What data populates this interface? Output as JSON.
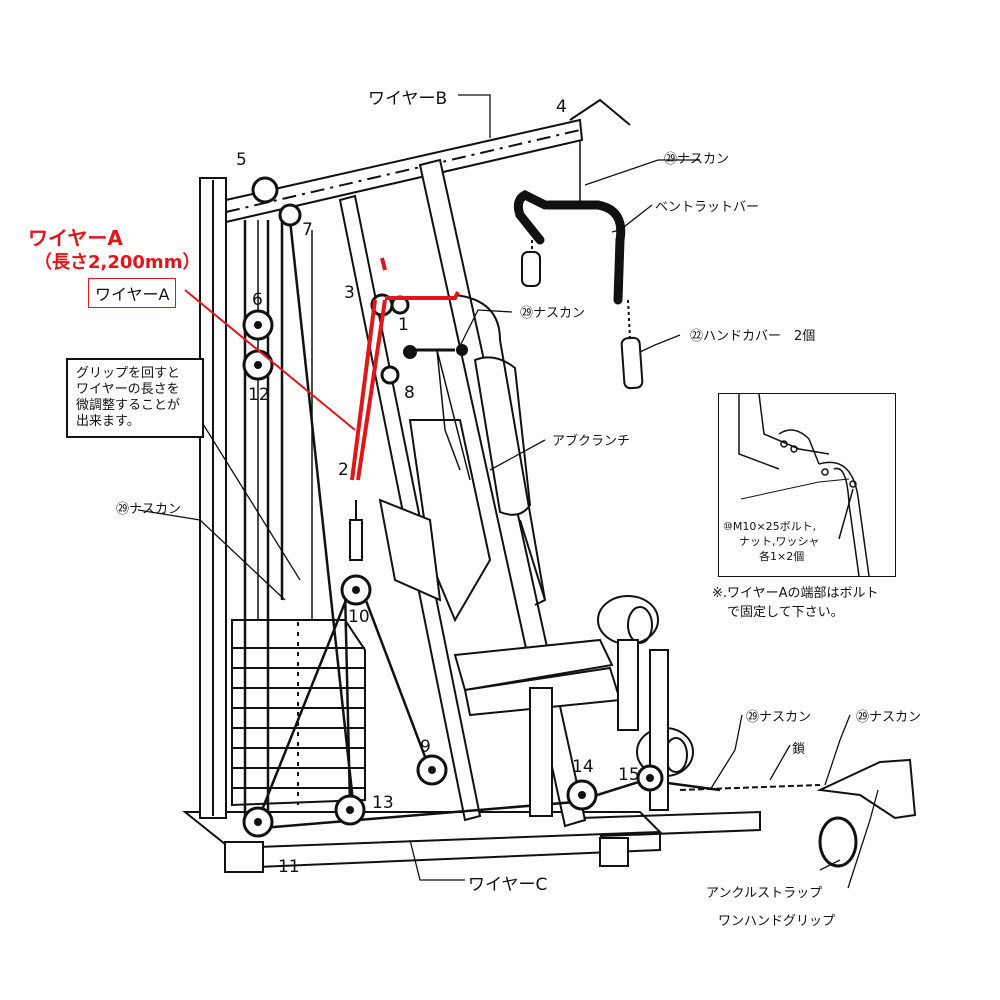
{
  "wire_a_title": "ワイヤーA",
  "wire_a_length": "（長さ2,200mm）",
  "wire_a_box_label": "ワイヤーA",
  "wire_b_label": "ワイヤーB",
  "wire_c_label": "ワイヤーC",
  "note_grip": [
    "グリップを回すと",
    "ワイヤーの長さを",
    "微調整することが",
    "出来ます。"
  ],
  "parts": {
    "nasukan_top": "ナスカン",
    "bent_lat_bar": "ベントラットバー",
    "nasukan_mid": "ナスカン",
    "hand_cover": "ハンドカバー　2個",
    "ab_crunch": "アブクランチ",
    "nasukan_left": "ナスカン",
    "nasukan_br1": "ナスカン",
    "nasukan_br2": "ナスカン",
    "chain": "鎖",
    "ankle_strap": "アンクルストラップ",
    "one_hand_grip": "ワンハンドグリップ"
  },
  "part_numbers": {
    "nasukan": "㉙",
    "hand_cover": "㉒",
    "bolt": "⑩"
  },
  "inset": {
    "bolt_label": "M10×25ボルト,",
    "bolt_label2": "ナット,ワッシャ",
    "bolt_label3": "各1×2個",
    "note_line1": "※.ワイヤーAの端部はボルト",
    "note_line2": "で固定して下さい。"
  },
  "pulley_numbers": [
    "1",
    "2",
    "3",
    "4",
    "5",
    "6",
    "7",
    "8",
    "9",
    "10",
    "11",
    "12",
    "13",
    "14",
    "15"
  ],
  "colors": {
    "highlight": "#e0161a",
    "line": "#111111"
  }
}
